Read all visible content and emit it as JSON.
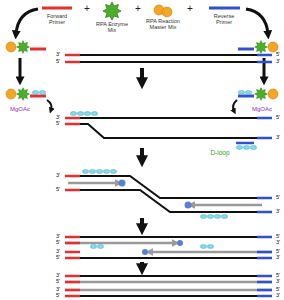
{
  "diagram": {
    "labels": [
      "Forward Primer",
      "+",
      "RPA Enzyme Mix",
      "+",
      "RPA Reaction Master Mix",
      "+",
      "Reverse Primer",
      "MgOAc",
      "MgOAc",
      "D-loop",
      "3'",
      "5'",
      "5'",
      "3'",
      "3'",
      "5'",
      "5'",
      "3'",
      "3'",
      "5'",
      "5'",
      "3'",
      "3'",
      "5'",
      "5'",
      "3'",
      "3'",
      "5'",
      "5'",
      "3'",
      "3'",
      "5'",
      "5'",
      "3'",
      "3'",
      "5'",
      "5'",
      "3'"
    ]
  }
}
